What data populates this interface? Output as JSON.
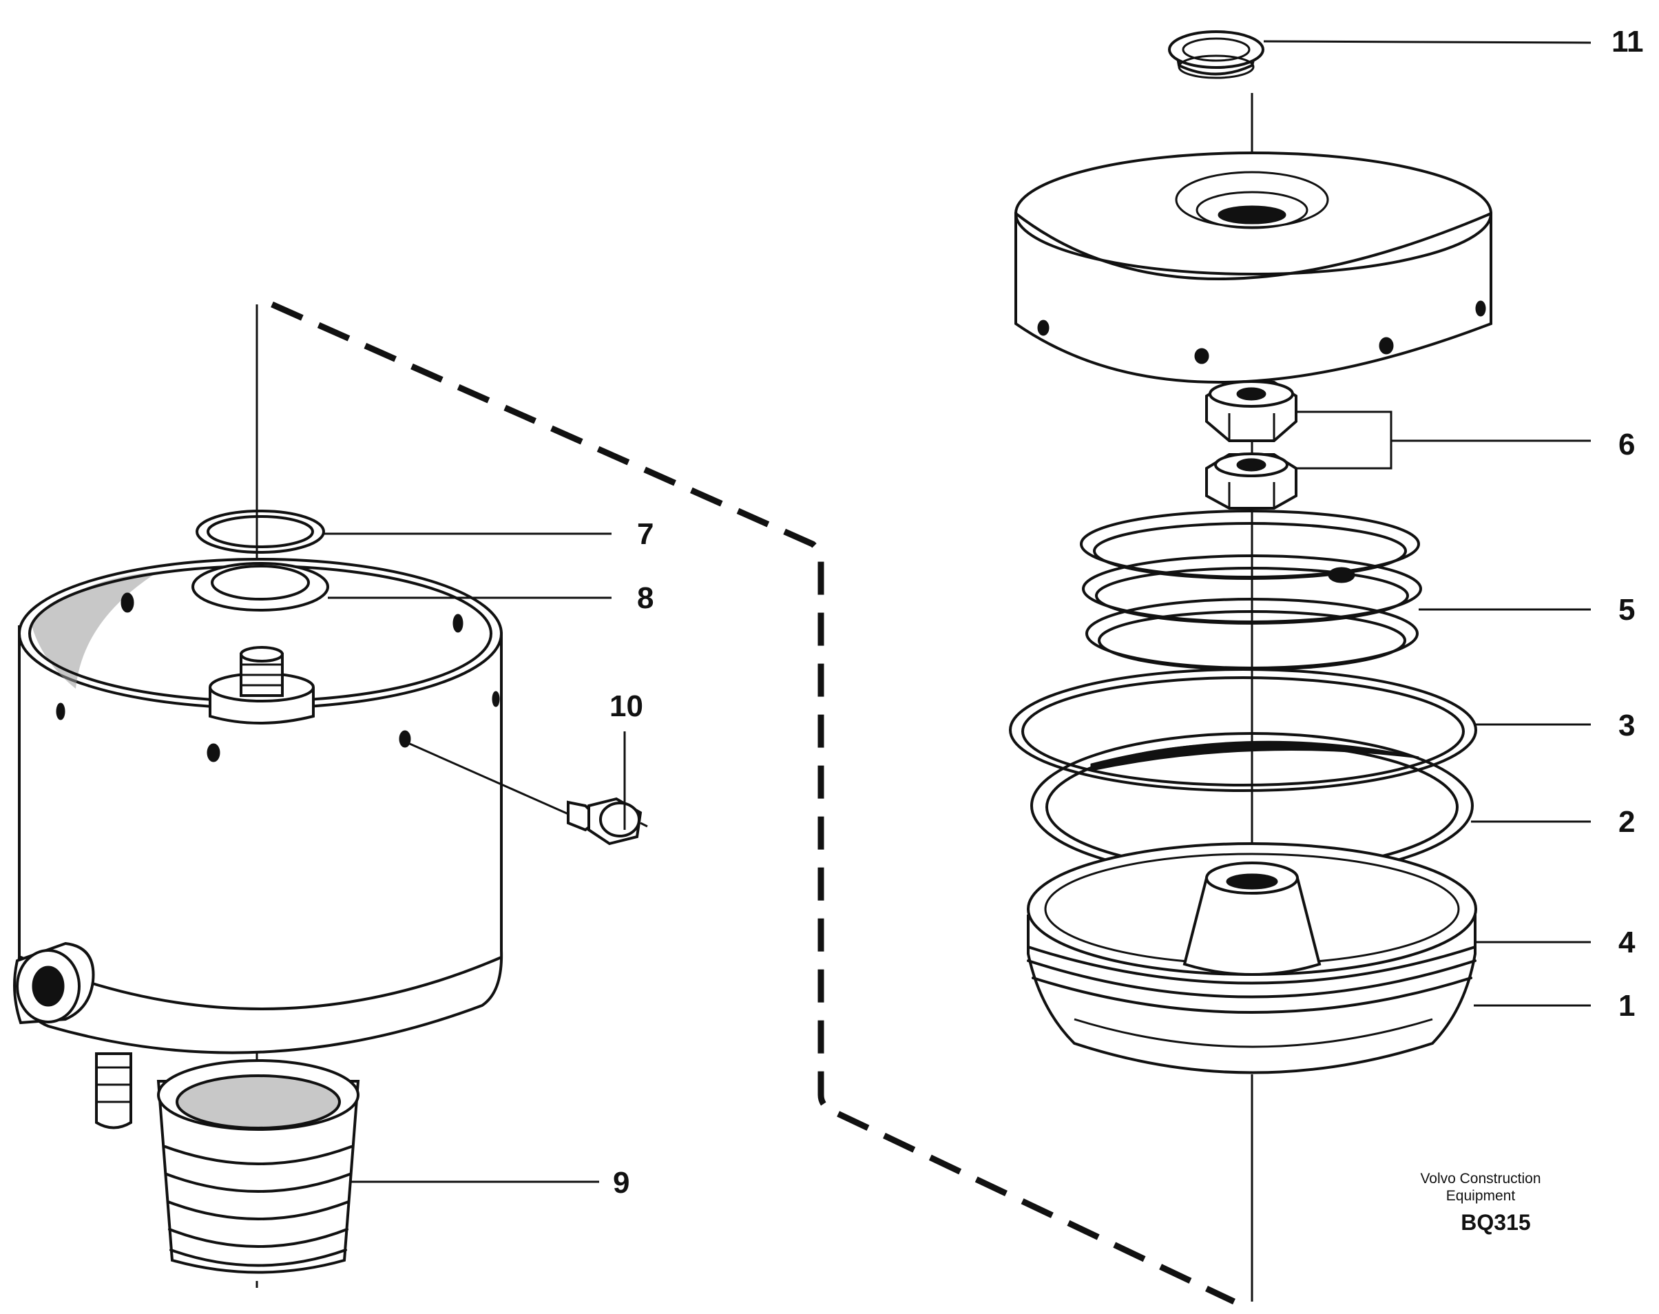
{
  "drawing": {
    "callouts": [
      {
        "id": "p11",
        "label": "11"
      },
      {
        "id": "p6",
        "label": "6"
      },
      {
        "id": "p5",
        "label": "5"
      },
      {
        "id": "p3",
        "label": "3"
      },
      {
        "id": "p2",
        "label": "2"
      },
      {
        "id": "p4",
        "label": "4"
      },
      {
        "id": "p1",
        "label": "1"
      },
      {
        "id": "p7",
        "label": "7"
      },
      {
        "id": "p8",
        "label": "8"
      },
      {
        "id": "p10",
        "label": "10"
      },
      {
        "id": "p9",
        "label": "9"
      }
    ]
  },
  "footer": {
    "company_line1": "Volvo Construction",
    "company_line2": "Equipment",
    "figure_code": "BQ315"
  }
}
